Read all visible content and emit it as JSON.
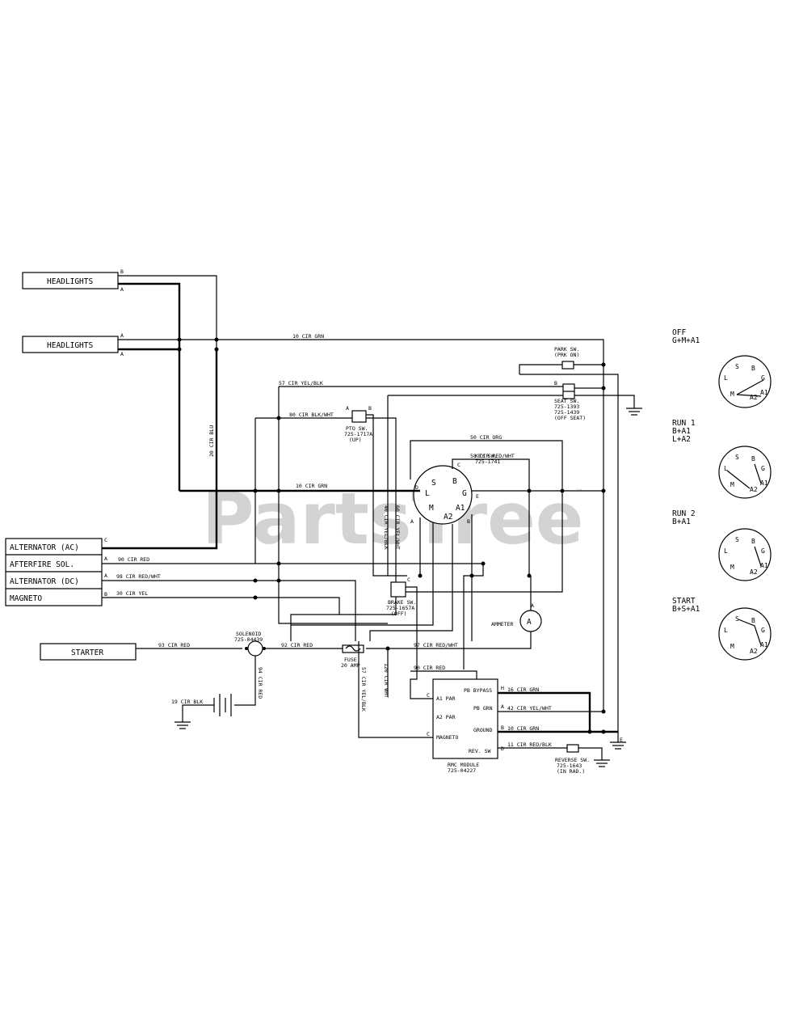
{
  "watermark": {
    "text": "PartsTree",
    "tm": "™"
  },
  "components": {
    "headlights_1": "HEADLIGHTS",
    "headlights_2": "HEADLIGHTS",
    "alternator_ac": "ALTERNATOR (AC)",
    "afterfire_sol": "AFTERFIRE SOL.",
    "alternator_dc": "ALTERNATOR (DC)",
    "magneto": "MAGNETO",
    "starter": "STARTER",
    "park_sw": [
      "PARK SW.",
      "(PRK ON)"
    ],
    "seat_sw": [
      "SEAT SW.",
      "725-1393",
      "725-1439",
      "(OFF SEAT)"
    ],
    "pto_sw": [
      "PTO SW.",
      "725-1717A",
      "(UP)"
    ],
    "key_sw": [
      "KEY SW.",
      "725-1741"
    ],
    "brake_sw": [
      "BRAKE SW.",
      "725-1657A",
      "(OFF)"
    ],
    "ammeter": "AMMETER",
    "solenoid": [
      "SOLENOID",
      "725-04439"
    ],
    "fuse": [
      "FUSE",
      "20 AMP"
    ],
    "battery_wire": "19 CIR BLK",
    "rmc_module": [
      "RMC MODULE",
      "725-04227"
    ],
    "reverse_sw": [
      "REVERSE SW.",
      "725-1643",
      "(IN RAD.)"
    ]
  },
  "module_pins": {
    "a1": "A1 PAR",
    "a2": "A2 PAR",
    "magneto": "MAGNETO",
    "pb_bypass": "PB BYPASS",
    "pb_grn": "PB GRN",
    "ground": "GROUND",
    "rev_sw": "REV. SW"
  },
  "wires": {
    "w10a": "10 CIR GRN",
    "w10b": "10 CIR GRN",
    "w57": "57 CIR YEL/BLK",
    "w57v": "57 CIR YEL/BLK",
    "w80": "80 CIR BLK/WHT",
    "w50": "50 CIR ORG",
    "w58": "58 CIR RED/WHT",
    "w20": "20 CIR BLU",
    "w40": "40 CIR YEL/BLK",
    "w60": "60 CIR YEL/WHT",
    "w90": "90 CIR RED",
    "w98": "98 CIR RED/WHT",
    "w30": "30 CIR YEL",
    "w93": "93 CIR RED",
    "w92": "92 CIR RED",
    "w94": "94 CIR RED",
    "w97": "97 CIR RED/WHT",
    "w90b": "90 CIR RED",
    "w120": "120 CIR WHT",
    "w16": "16 CIR GRN",
    "w42": "42 CIR YEL/WHT",
    "w10c": "10 CIR GRN",
    "w11": "11 CIR RED/BLK"
  },
  "pin_letters": {
    "B": "B",
    "A": "A",
    "C": "C",
    "E": "E",
    "G": "G",
    "L": "L",
    "S": "S",
    "M": "M",
    "A1": "A1",
    "A2": "A2",
    "D": "D",
    "H": "H"
  },
  "key_positions": [
    {
      "label": "OFF",
      "combo": "G+M+A1"
    },
    {
      "label": "RUN 1",
      "combo": "B+A1",
      "combo2": "L+A2"
    },
    {
      "label": "RUN 2",
      "combo": "B+A1"
    },
    {
      "label": "START",
      "combo": "B+S+A1"
    }
  ]
}
